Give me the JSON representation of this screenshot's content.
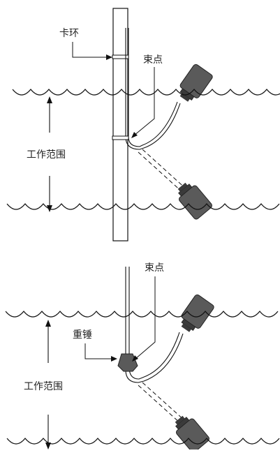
{
  "top_diagram": {
    "clamp_label": "卡环",
    "tie_point_label": "束点",
    "range_label": "工作范围"
  },
  "bottom_diagram": {
    "tie_point_label": "束点",
    "weight_label": "重锤",
    "range_label": "工作范围"
  },
  "colors": {
    "line": "#111111",
    "sensor_body": "#595959",
    "sensor_dark": "#3a3a3a",
    "weight": "#5a5a5a",
    "background": "#ffffff"
  }
}
